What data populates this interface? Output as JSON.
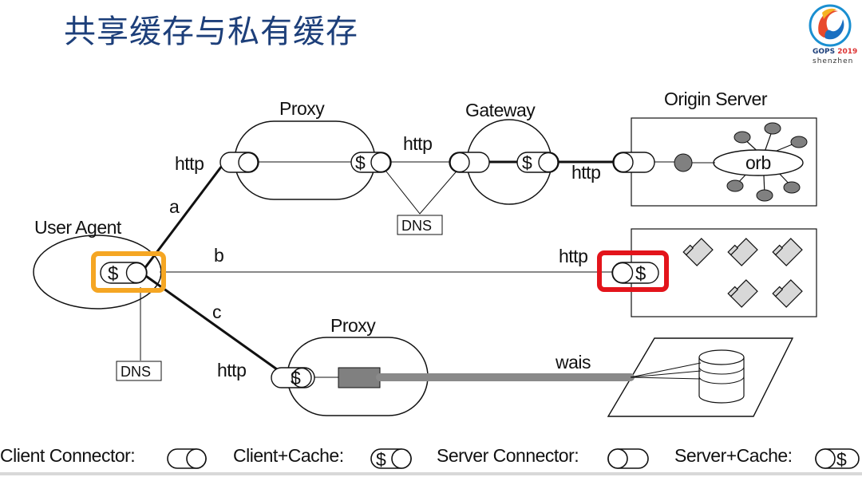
{
  "title": "共享缓存与私有缓存",
  "logo": {
    "brand": "GOPS",
    "year": "2019",
    "city": "shenzhen"
  },
  "diagram": {
    "proxy_top": "Proxy",
    "gateway": "Gateway",
    "origin_server": "Origin Server",
    "user_agent": "User Agent",
    "proxy_bottom": "Proxy",
    "orb": "orb",
    "dns_top": "DNS",
    "dns_bottom": "DNS",
    "path_a": "a",
    "path_b": "b",
    "path_c": "c",
    "http_ua_proxy": "http",
    "http_proxy_gateway": "http",
    "http_gateway_origin": "http",
    "http_file_server": "http",
    "http_bottom_proxy": "http",
    "wais": "wais",
    "cache_symbol": "$"
  },
  "legend": {
    "client_connector": "Client Connector:",
    "client_cache": "Client+Cache:",
    "server_connector": "Server Connector:",
    "server_cache": "Server+Cache:"
  },
  "colors": {
    "title": "#1d3f7a",
    "highlight_orange": "#f5a623",
    "highlight_red": "#e3141b",
    "wais_line": "#8a8a8a",
    "node_gray": "#808080"
  }
}
